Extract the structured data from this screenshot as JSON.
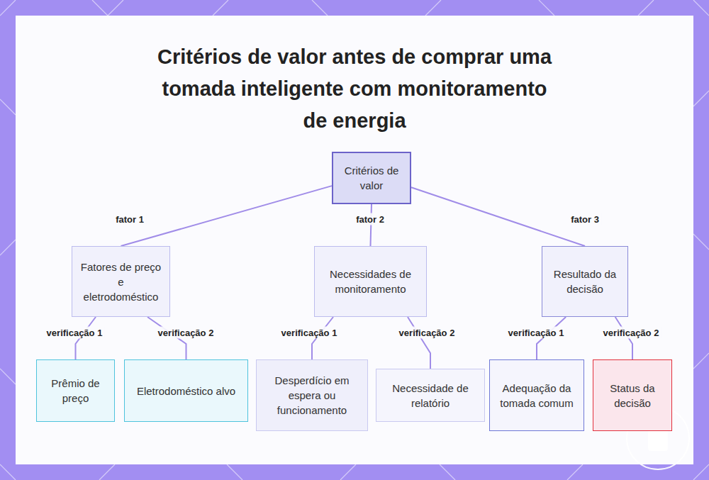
{
  "diagram": {
    "title": "Critérios de valor antes de comprar uma tomada inteligente com monitoramento de energia",
    "nodes": [
      {
        "text": [
          "Critérios de valor"
        ]
      },
      {
        "text": [
          "Fatores de preço e eletrodoméstico"
        ]
      },
      {
        "text": [
          "Necessidades de monitoramento"
        ]
      },
      {
        "text": [
          "Resultado da decisão"
        ]
      },
      {
        "text": [
          "Prêmio de preço"
        ]
      },
      {
        "text": [
          "Eletrodoméstico alvo"
        ]
      },
      {
        "text": [
          "Desperdício em espera ou funcionamento"
        ]
      },
      {
        "text": [
          "Necessidade de relatório"
        ]
      },
      {
        "text": [
          "Adequação da tomada comum"
        ]
      },
      {
        "text": [
          "Status da decisão"
        ]
      }
    ],
    "edges": [
      {
        "from": 0,
        "to": 1,
        "label": "fator 1",
        "arrow": "none"
      },
      {
        "from": 0,
        "to": 2,
        "label": "fator 2",
        "arrow": "none"
      },
      {
        "from": 0,
        "to": 3,
        "label": "fator 3",
        "arrow": "none"
      },
      {
        "from": 1,
        "to": 4,
        "label": "verificação 1",
        "arrow": "none"
      },
      {
        "from": 1,
        "to": 5,
        "label": "verificação 2",
        "arrow": "none"
      },
      {
        "from": 2,
        "to": 6,
        "label": "verificação 1",
        "arrow": "none"
      },
      {
        "from": 2,
        "to": 7,
        "label": "verificação 2",
        "arrow": "none"
      },
      {
        "from": 3,
        "to": 8,
        "label": "verificação 1",
        "arrow": "none"
      },
      {
        "from": 3,
        "to": 9,
        "label": "verificação 2",
        "arrow": "none"
      }
    ]
  }
}
